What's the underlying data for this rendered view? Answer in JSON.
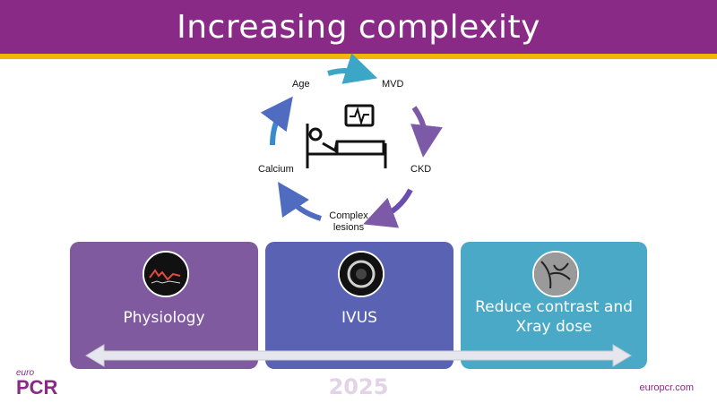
{
  "title": "Increasing complexity",
  "cycle": {
    "labels": {
      "age": "Age",
      "mvd": "MVD",
      "ckd": "CKD",
      "complex": "Complex lesions",
      "calcium": "Calcium"
    }
  },
  "cards": [
    {
      "label": "Physiology",
      "color": "#7f5a9e"
    },
    {
      "label": "IVUS",
      "color": "#5a62b4"
    },
    {
      "label": "Reduce contrast and Xray dose",
      "color": "#4aa9c6"
    }
  ],
  "footer": {
    "logo_top": "euro",
    "logo_main": "PCR",
    "year": "2025",
    "url": "europcr.com"
  },
  "colors": {
    "title_bar": "#8a2a87",
    "accent": "#f2b705",
    "arrow_teal": "#3ba6c6",
    "arrow_purple": "#7d5aa8",
    "arrow_blue": "#4f6cc0"
  }
}
